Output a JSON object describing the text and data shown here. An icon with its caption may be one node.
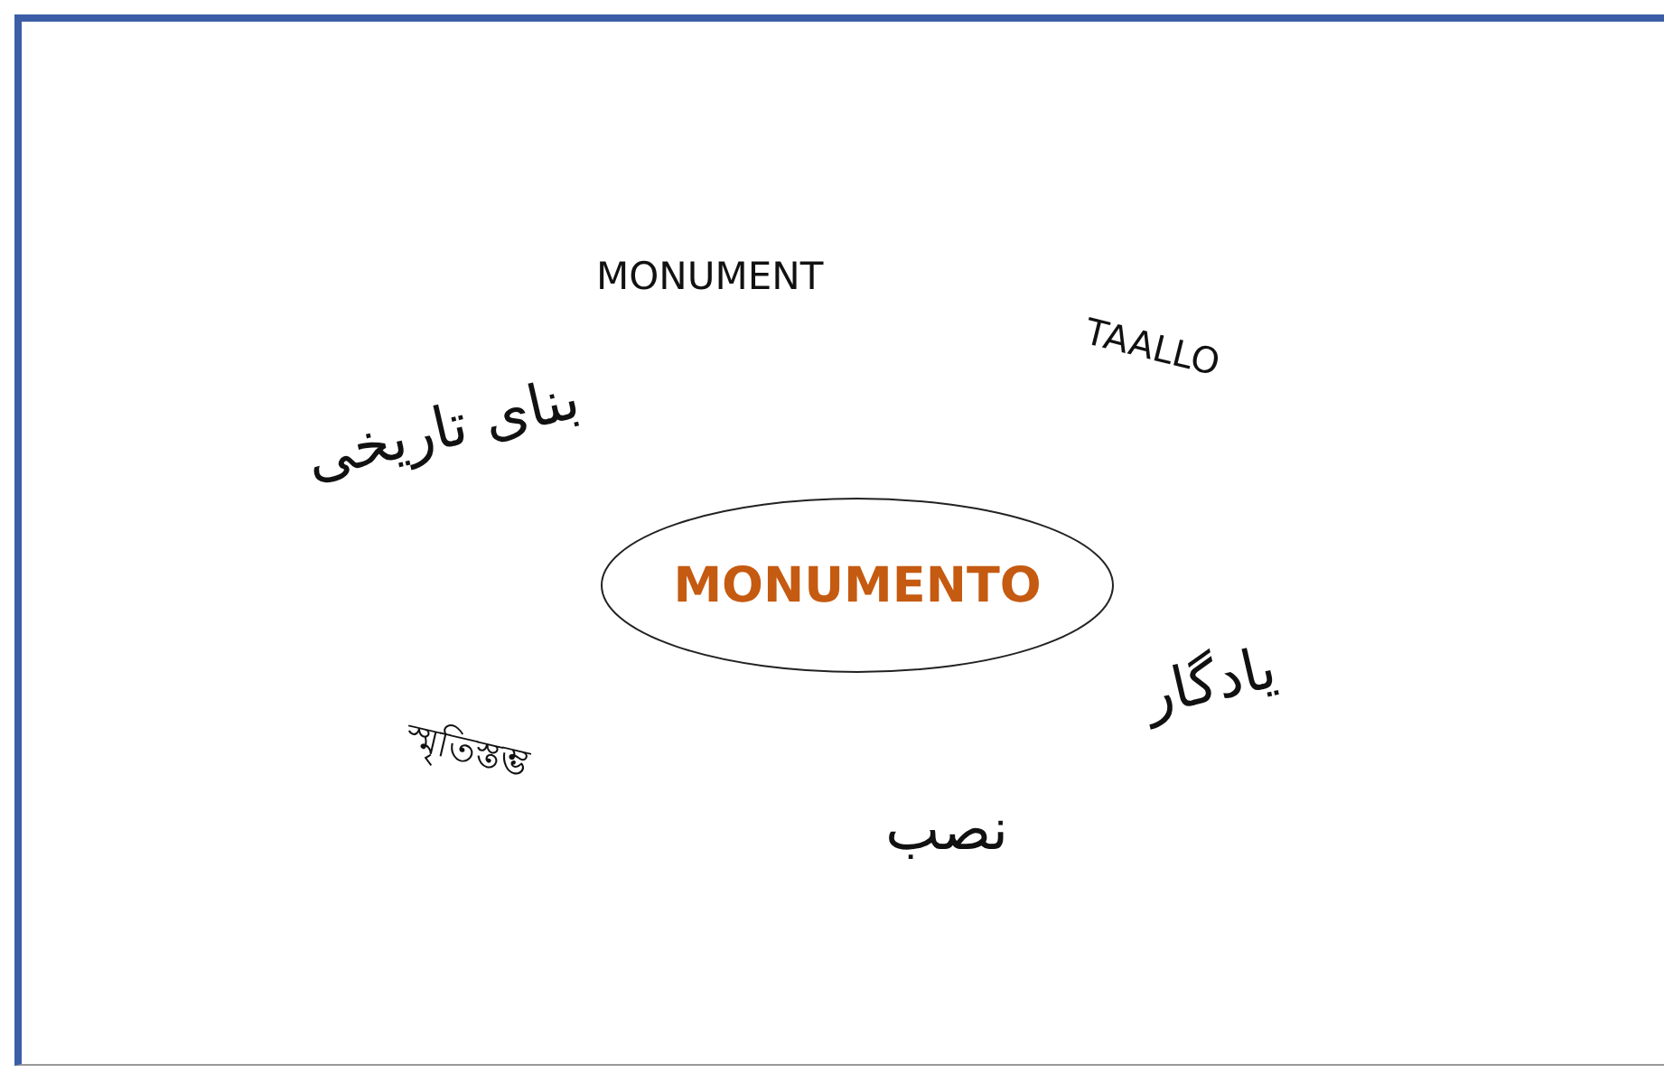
{
  "diagram": {
    "nodes": [
      {
        "text": [
          "MONUMENTO"
        ]
      }
    ],
    "labels": [
      "MONUMENT",
      "TAALLO",
      "بنای تاریخی",
      "یادگار",
      "স্মৃতিস্তম্ভ",
      "نصب"
    ]
  }
}
